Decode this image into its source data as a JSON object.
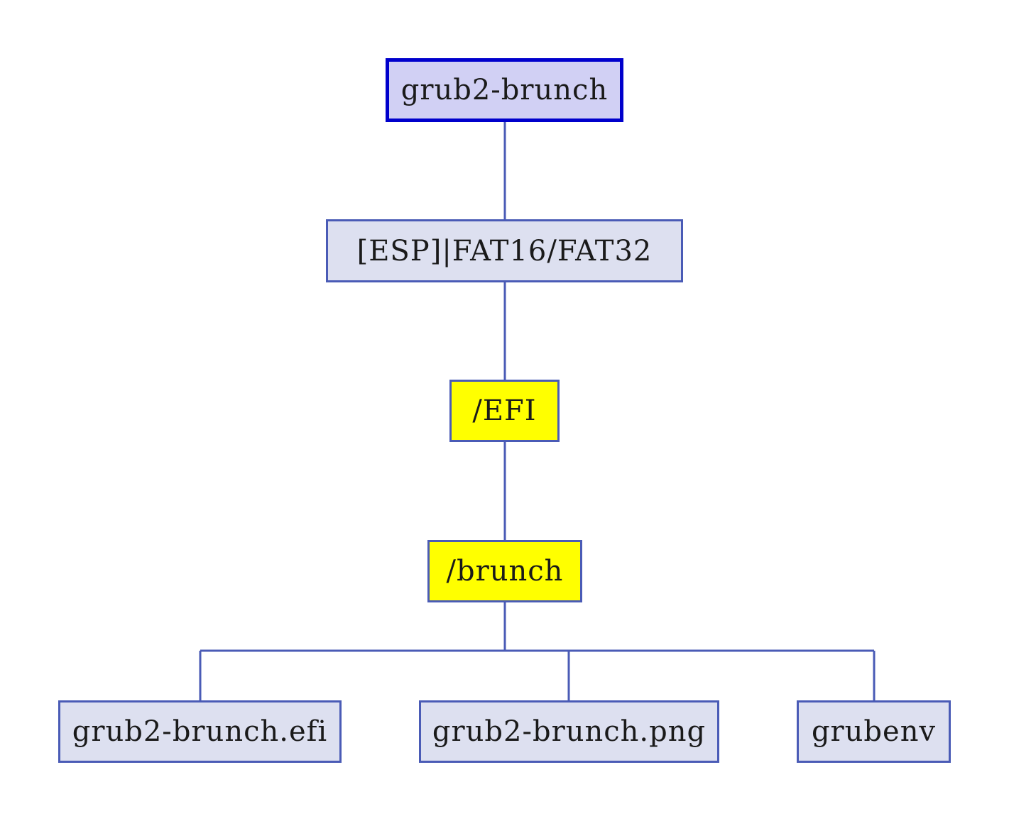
{
  "tree": {
    "root": {
      "label": "grub2-brunch"
    },
    "partition": {
      "label": "[ESP]|FAT16/FAT32"
    },
    "efi_dir": {
      "label": "/EFI"
    },
    "brunch_dir": {
      "label": "/brunch"
    },
    "files": [
      {
        "label": "grub2-brunch.efi"
      },
      {
        "label": "grub2-brunch.png"
      },
      {
        "label": "grubenv"
      }
    ]
  },
  "colors": {
    "connector": "#4a5bb6",
    "root_fill": "#d1d0f4",
    "root_border": "#0000cc",
    "file_fill": "#dde0f0",
    "dir_fill": "#ffff00",
    "node_border": "#4a5bb6"
  }
}
